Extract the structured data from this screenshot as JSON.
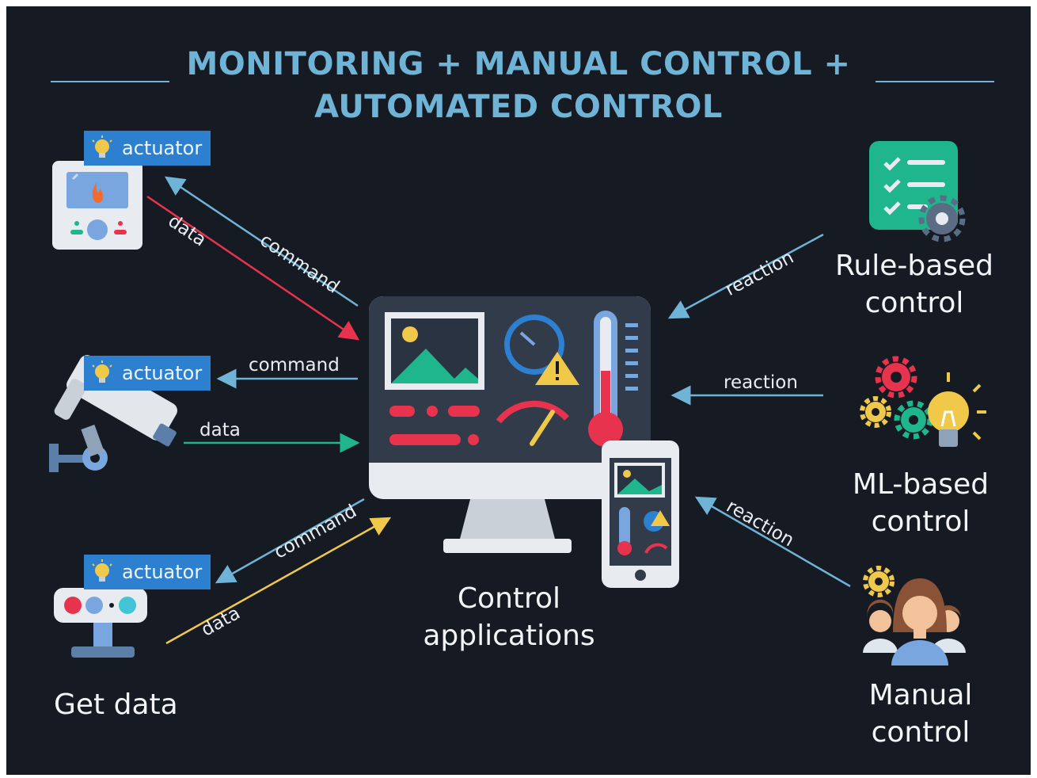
{
  "title": {
    "line1": "MONITORING + MANUAL CONTROL +",
    "line2": "AUTOMATED CONTROL"
  },
  "colors": {
    "background": "#161a22",
    "title": "#6fb3d6",
    "actuator_tag": "#2d7fcf",
    "arrow_command": "#6fb3d6",
    "arrow_data_red": "#e8334f",
    "arrow_data_green": "#1fb58d",
    "arrow_data_yellow": "#f0c94a",
    "arrow_reaction": "#6fb3d6"
  },
  "devices": [
    {
      "tag": "actuator",
      "icon": "thermostat-panel-icon",
      "data_label": "data",
      "command_label": "command"
    },
    {
      "tag": "actuator",
      "icon": "security-camera-icon",
      "data_label": "data",
      "command_label": "command"
    },
    {
      "tag": "actuator",
      "icon": "sensor-device-icon",
      "data_label": "data",
      "command_label": "command"
    }
  ],
  "left_caption": "Get data",
  "center": {
    "caption_line1": "Control",
    "caption_line2": "applications",
    "icons": [
      "monitor-dashboard-icon",
      "smartphone-dashboard-icon"
    ]
  },
  "controls": [
    {
      "line1": "Rule-based",
      "line2": "control",
      "reaction_label": "reaction",
      "icon": "checklist-gear-icon"
    },
    {
      "line1": "ML-based",
      "line2": "control",
      "reaction_label": "reaction",
      "icon": "gears-lightbulb-icon"
    },
    {
      "line1": "Manual",
      "line2": "control",
      "reaction_label": "reaction",
      "icon": "people-gear-icon"
    }
  ]
}
